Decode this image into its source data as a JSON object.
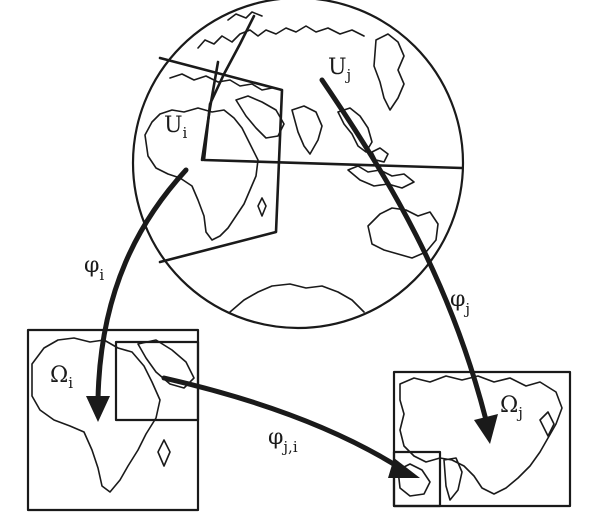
{
  "labels": {
    "U_i": {
      "main": "U",
      "sub": "i"
    },
    "U_j": {
      "main": "U",
      "sub": "j"
    },
    "phi_i": {
      "main": "φ",
      "sub": "i"
    },
    "phi_j": {
      "main": "φ",
      "sub": "j"
    },
    "phi_ji": {
      "main": "φ",
      "sub": "j,i"
    },
    "Omega_i": {
      "main": "Ω",
      "sub": "i"
    },
    "Omega_j": {
      "main": "Ω",
      "sub": "j"
    }
  },
  "colors": {
    "ink": "#1a1a1a",
    "background": "#ffffff"
  }
}
